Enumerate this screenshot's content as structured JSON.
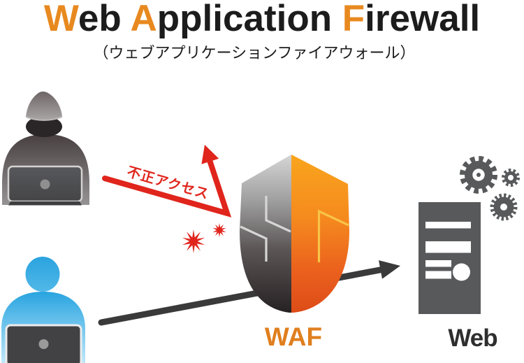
{
  "title": {
    "parts": [
      {
        "text": "W"
      },
      {
        "text": "eb "
      },
      {
        "text": "A"
      },
      {
        "text": "pplication "
      },
      {
        "text": "F"
      },
      {
        "text": "irewall"
      }
    ],
    "subtitle": "（ウェブアプリケーションファイアウォール）"
  },
  "diagram": {
    "attack_label": "不正アクセス",
    "waf_label": "WAF",
    "web_label": "Web"
  },
  "colors": {
    "initial_orange": "#e8891f",
    "waf_orange": "#e07f1e",
    "attack_red": "#e0251c",
    "arrow_dark": "#3a3a3a",
    "icon_gray": "#58595b",
    "user_blue": "#2fa7e0"
  }
}
